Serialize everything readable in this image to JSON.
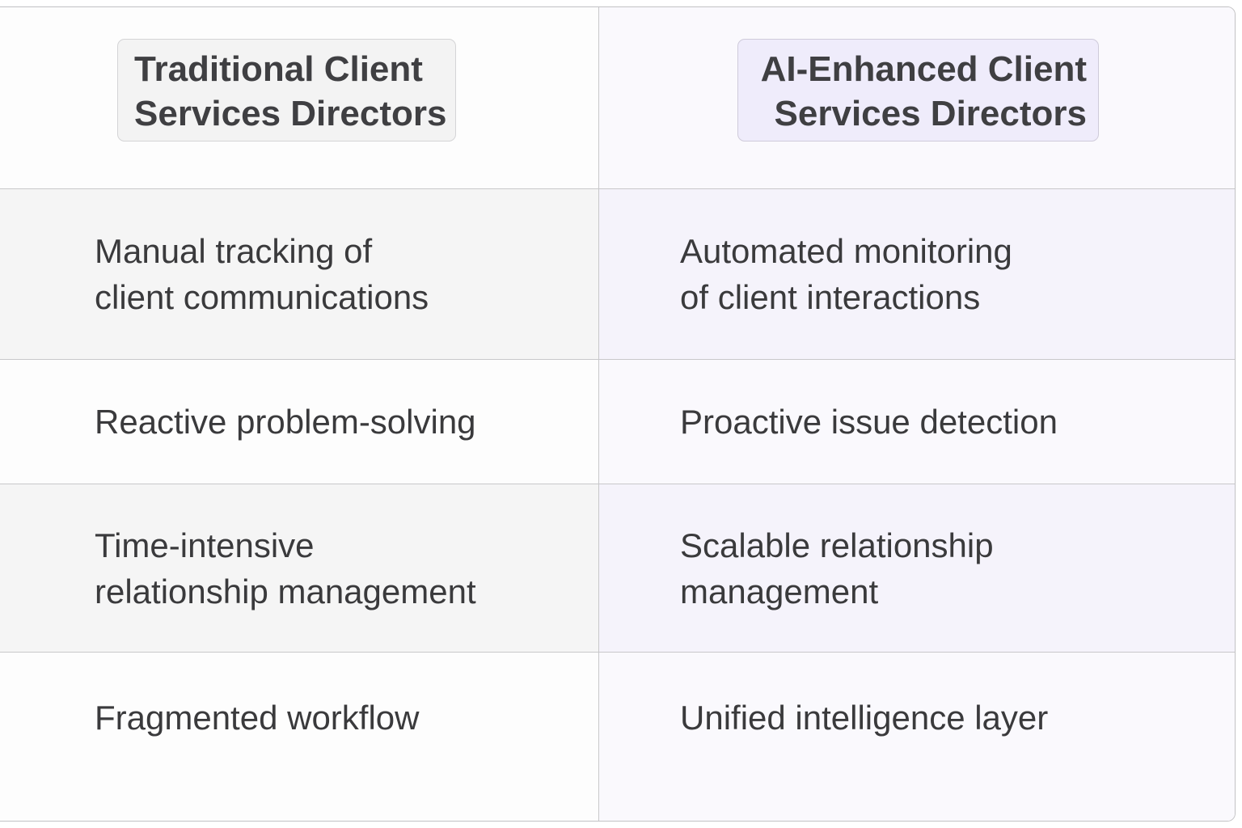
{
  "table": {
    "headers": [
      {
        "lines": [
          "Traditional Client",
          "Services Directors"
        ],
        "bg": "#f3f3f3"
      },
      {
        "lines": [
          "AI-Enhanced Client",
          "Services Directors"
        ],
        "bg": "#efecfb"
      }
    ],
    "rows": [
      {
        "traditional": [
          "Manual tracking of",
          "client communications"
        ],
        "ai": [
          "Automated monitoring",
          "of client interactions"
        ]
      },
      {
        "traditional": [
          "Reactive problem-solving"
        ],
        "ai": [
          "Proactive issue detection"
        ]
      },
      {
        "traditional": [
          "Time-intensive",
          "relationship management"
        ],
        "ai": [
          "Scalable relationship",
          "management"
        ]
      },
      {
        "traditional": [
          "Fragmented workflow"
        ],
        "ai": [
          "Unified intelligence layer"
        ]
      }
    ]
  },
  "colors": {
    "text": "#3a3a3c",
    "border": "#c8c8ca",
    "ai_accent": "#efecfb"
  }
}
